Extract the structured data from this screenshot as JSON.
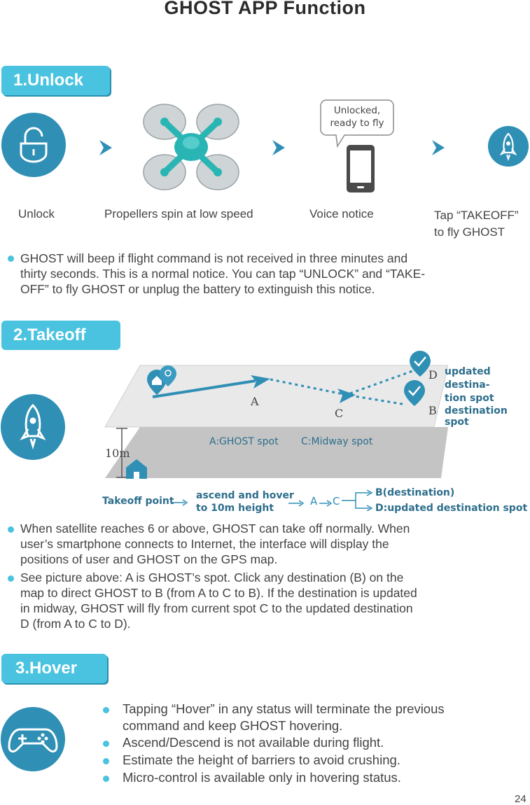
{
  "page": {
    "title": "GHOST APP Function",
    "page_number": "24"
  },
  "colors": {
    "accent": "#49c3df",
    "icon_circle": "#2f8fb5",
    "drone": "#2ab5b5"
  },
  "unlock": {
    "heading": "1.Unlock",
    "bubble_text_line1": "Unlocked,",
    "bubble_text_line2": "ready to fly",
    "steps": [
      {
        "label": "Unlock",
        "icon": "padlock-icon"
      },
      {
        "label": "Propellers spin at low speed",
        "icon": "drone-icon"
      },
      {
        "label": "Voice notice",
        "icon": "phone-icon"
      },
      {
        "label_line1": "Tap “TAKEOFF”",
        "label_line2": "to fly GHOST",
        "icon": "rocket-icon"
      }
    ],
    "note_line1": "GHOST will beep if flight command is not received in three minutes and",
    "note_line2": "thirty seconds. This is a normal notice. You can tap “UNLOCK” and “TAKE-",
    "note_line3": "OFF” to fly GHOST or unplug the battery to extinguish this notice."
  },
  "takeoff": {
    "heading": "2.Takeoff",
    "map": {
      "label_a": "A",
      "label_c": "C",
      "label_d": "D",
      "label_b": "B",
      "updated_dest_line1": "updated destina-",
      "updated_dest_line2": "tion spot",
      "dest_spot": "destination spot",
      "ghost_spot": "A:GHOST spot",
      "midway_spot": "C:Midway spot",
      "height": "10m"
    },
    "flow": {
      "takeoff_point": "Takeoff point",
      "ascend_line1": "ascend and hover",
      "ascend_line2": "to 10m height",
      "a": "A",
      "c": "C",
      "b_dest": "B(destination)",
      "d_dest": "D:updated destination spot"
    },
    "bullet1_lines": [
      "When satellite reaches 6 or above, GHOST can take off normally. When",
      "user’s smartphone connects to Internet, the interface will display the",
      "positions of user and GHOST on the GPS map."
    ],
    "bullet2_lines": [
      "See picture above: A is GHOST’s spot. Click any destination (B) on the",
      "map to direct GHOST to B (from A to C to B). If the destination is updated",
      "in midway, GHOST will fly from current spot C to the updated destination",
      "D (from A to C to D)."
    ]
  },
  "hover": {
    "heading": "3.Hover",
    "bullets": [
      "Tapping “Hover” in any status will terminate the previous",
      "command and keep GHOST hovering.",
      "Ascend/Descend is not available during flight.",
      "Estimate the height of barriers to avoid crushing.",
      "Micro-control is available only in hovering status."
    ]
  }
}
